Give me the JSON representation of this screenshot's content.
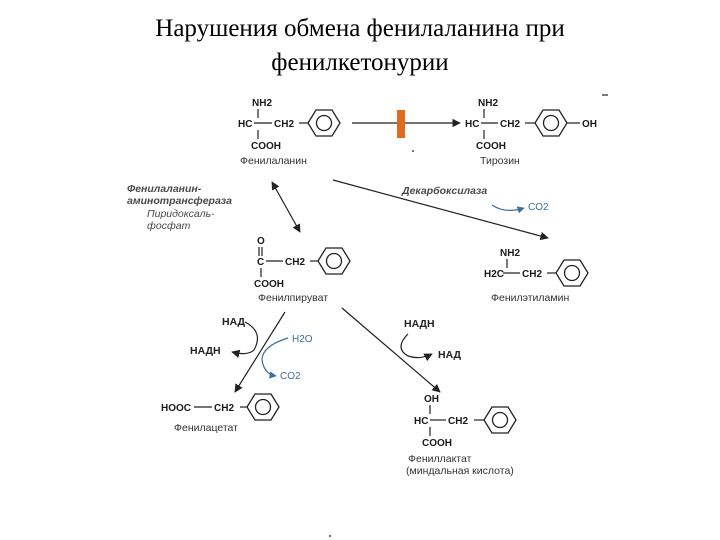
{
  "title": {
    "line1": "Нарушения обмена фенилаланина при",
    "line2": "фенилкетонурии"
  },
  "compounds": {
    "phenylalanine": {
      "name": "Фенилаланин",
      "top": "NH2",
      "alpha": "HC",
      "chain": "CH2",
      "bottom": "COOH"
    },
    "tyrosine": {
      "name": "Тирозин",
      "top": "NH2",
      "alpha": "HC",
      "chain": "CH2",
      "bottom": "COOH",
      "oh": "OH"
    },
    "phenylpyruvate": {
      "name": "Фенилпируват",
      "top": "O",
      "alpha": "C",
      "chain": "CH2",
      "bottom": "COOH"
    },
    "phenylethylamine": {
      "name": "Фенилэтиламин",
      "top": "NH2",
      "left": "H2C",
      "chain": "CH2"
    },
    "phenylacetate": {
      "name": "Фенилацетат",
      "left": "HOOC",
      "chain": "CH2"
    },
    "phenyllactate": {
      "name_line1": "Фениллактат",
      "name_line2": "(миндальная кислота)",
      "top": "OH",
      "alpha": "HC",
      "chain": "CH2",
      "bottom": "COOH"
    }
  },
  "enzymes": {
    "transaminase_line1": "Фенилаланин-",
    "transaminase_line2": "аминотрансфераза",
    "cofactor_line1": "Пиридоксаль-",
    "cofactor_line2": "фосфат",
    "decarboxylase": "Декарбоксилаза"
  },
  "cofactors": {
    "nad_left": "НАД",
    "nadh_left": "НАДН",
    "h2o": "H2O",
    "co2_left": "CO2",
    "co2_decarb": "CO2",
    "nadh_right": "НАДН",
    "nad_right": "НАД"
  },
  "colors": {
    "block": "#e06a1e",
    "gas": "#3c6e9e"
  }
}
